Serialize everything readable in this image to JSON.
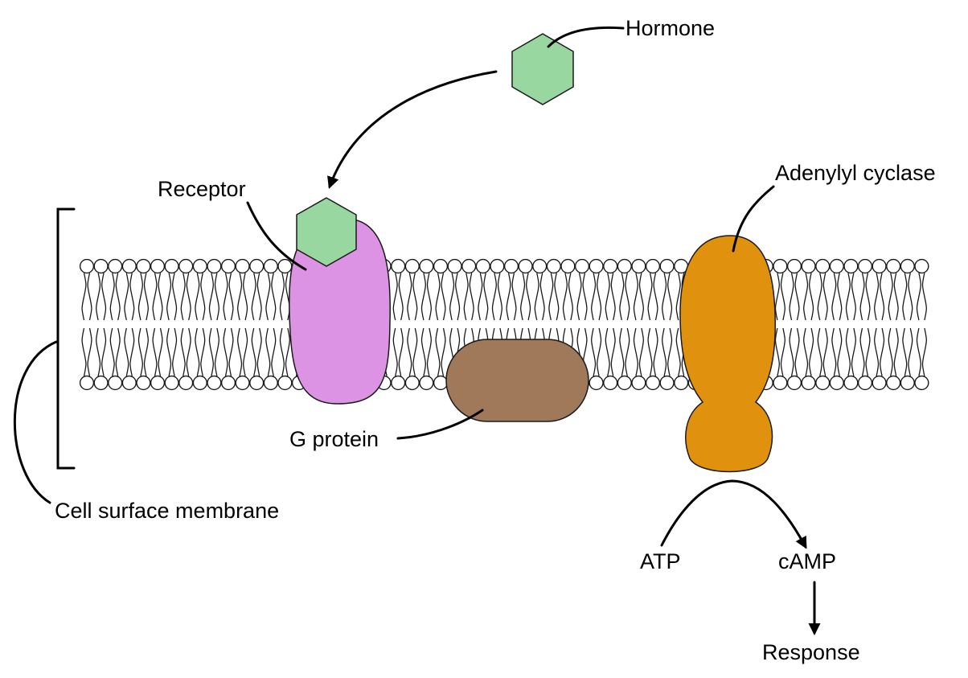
{
  "labels": {
    "hormone": "Hormone",
    "receptor": "Receptor",
    "adenylyl_cyclase": "Adenylyl cyclase",
    "g_protein": "G protein",
    "membrane": "Cell surface membrane",
    "atp": "ATP",
    "camp": "cAMP",
    "response": "Response"
  },
  "colors": {
    "hormone": "#98d79f",
    "receptor": "#dd93e3",
    "g_protein": "#a0785a",
    "adenylyl_cyclase": "#e0920f",
    "outline": "#1a1a1a",
    "phospholipid_head": "#ffffff"
  }
}
